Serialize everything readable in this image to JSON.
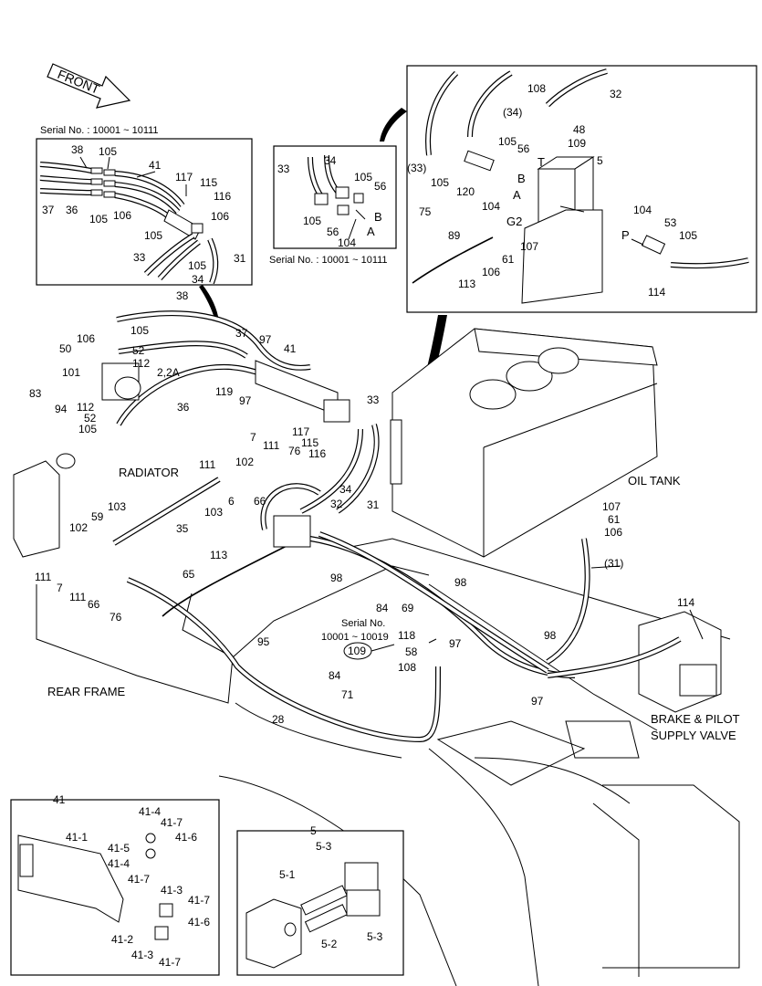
{
  "labels": {
    "front": "FRONT",
    "serial_1": "Serial No. : 10001 ~ 10111",
    "serial_2": "Serial No. : 10001 ~ 10111",
    "serial_3_line1": "Serial No.",
    "serial_3_line2": "10001 ~ 10019",
    "radiator": "RADIATOR",
    "oil_tank": "OIL TANK",
    "rear_frame": "REAR FRAME",
    "brake_line1": "BRAKE & PILOT",
    "brake_line2": "SUPPLY VALVE",
    "detail_41": "41",
    "detail_5": "5"
  },
  "callouts": {
    "c32": "32",
    "c108": "108",
    "c34p": "(34)",
    "c48": "48",
    "c105a": "105",
    "c56a": "56",
    "c109a": "109",
    "c5a": "5",
    "c33p": "(33)",
    "c105b": "105",
    "c120": "120",
    "cB1": "B",
    "cT": "T",
    "cA1": "A",
    "c104a": "104",
    "c75": "75",
    "cG2": "G2",
    "c89": "89",
    "c106a": "106",
    "c61a": "61",
    "c107a": "107",
    "c104b": "104",
    "c53": "53",
    "c105c": "105",
    "cP": "P",
    "c113a": "113",
    "c114a": "114",
    "c34a": "34",
    "c33a": "33",
    "c105d": "105",
    "c56b": "56",
    "cB2": "B",
    "c105e": "105",
    "c56c": "56",
    "c104c": "104",
    "cA2": "A",
    "c38a": "38",
    "c105f": "105",
    "c41a": "41",
    "c117a": "117",
    "c115a": "115",
    "c116a": "116",
    "c37a": "37",
    "c36a": "36",
    "c105g": "105",
    "c106b": "106",
    "c106c": "106",
    "c105h": "105",
    "c33b": "33",
    "c105i": "105",
    "c31a": "31",
    "c34b": "34",
    "c38b": "38",
    "c105j": "105",
    "c106d": "106",
    "c50": "50",
    "c52a": "52",
    "c101": "101",
    "c112a": "112",
    "c2": "2,2A",
    "c37b": "37",
    "c97a": "97",
    "c41b": "41",
    "c83": "83",
    "c94": "94",
    "c112b": "112",
    "c52b": "52",
    "c105k": "105",
    "c36b": "36",
    "c119": "119",
    "c97b": "97",
    "c33c": "33",
    "c117b": "117",
    "c115b": "115",
    "c116b": "116",
    "c7a": "7",
    "c111a": "111",
    "c76a": "76",
    "c111b": "111",
    "c102a": "102",
    "c66a": "66",
    "c6": "6",
    "c103a": "103",
    "c34c": "34",
    "c32b": "32",
    "c31b": "31",
    "c103b": "103",
    "c59": "59",
    "c35": "35",
    "c102b": "102",
    "c111c": "111",
    "c7b": "7",
    "c111d": "111",
    "c66b": "66",
    "c76b": "76",
    "c113b": "113",
    "c65": "65",
    "c98a": "98",
    "c84a": "84",
    "c69": "69",
    "c98b": "98",
    "c95": "95",
    "c118": "118",
    "c109b": "109",
    "c58": "58",
    "c108b": "108",
    "c97c": "97",
    "c98c": "98",
    "c97d": "97",
    "c84b": "84",
    "c71": "71",
    "c28": "28",
    "c107b": "107",
    "c61b": "61",
    "c106e": "106",
    "c31p": "(31)",
    "c114b": "114",
    "d41_4a": "41-4",
    "d41_7a": "41-7",
    "d41_1": "41-1",
    "d41_5": "41-5",
    "d41_6a": "41-6",
    "d41_4b": "41-4",
    "d41_7b": "41-7",
    "d41_3a": "41-3",
    "d41_7c": "41-7",
    "d41_6b": "41-6",
    "d41_2": "41-2",
    "d41_3b": "41-3",
    "d41_7d": "41-7",
    "d5_3a": "5-3",
    "d5_1": "5-1",
    "d5_2": "5-2",
    "d5_3b": "5-3"
  }
}
